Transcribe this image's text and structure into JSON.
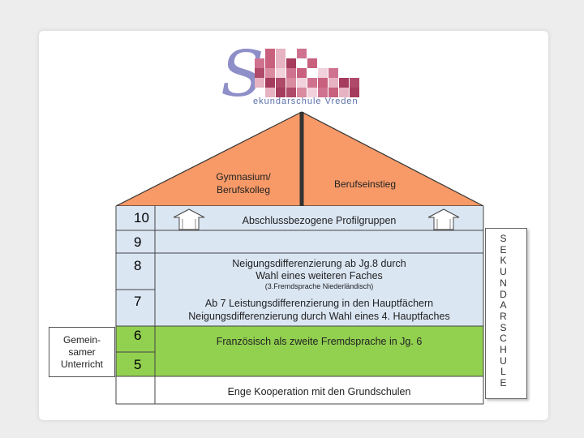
{
  "logo": {
    "letter": "S",
    "text": "ekundarschule Vreden"
  },
  "roof": {
    "left_label_line1": "Gymnasium/",
    "left_label_line2": "Berufskolleg",
    "right_label": "Berufseinstieg"
  },
  "rows": [
    {
      "grade": "10",
      "text": "Abschlussbezogene Profilgruppen"
    },
    {
      "grade": "9",
      "text": ""
    },
    {
      "grade": "8",
      "text_line1": "Neigungsdifferenzierung ab Jg.8 durch",
      "text_line2": "Wahl eines weiteren Faches",
      "note": "(3.Fremdsprache Niederländisch)"
    },
    {
      "grade": "7",
      "text_line1": "Ab 7 Leistungsdifferenzierung in den Hauptfächern",
      "text_line2": "Neigungsdifferenzierung durch Wahl eines 4. Hauptfaches"
    },
    {
      "grade": "6",
      "text": "Französisch als zweite Fremdsprache in Jg. 6"
    },
    {
      "grade": "5",
      "text": ""
    }
  ],
  "foundation": "Enge Kooperation mit den Grundschulen",
  "side_box": {
    "line1": "Gemein-",
    "line2": "samer",
    "line3": "Unterricht"
  },
  "vertical_label": [
    "S",
    "E",
    "K",
    "U",
    "N",
    "D",
    "A",
    "R",
    "S",
    "C",
    "H",
    "U",
    "L",
    "E"
  ],
  "colors": {
    "roof_fill": "#f79a68",
    "blue_band": "#dbe6f3",
    "green_band": "#92d050",
    "logo_s": "#8e8ec8"
  }
}
